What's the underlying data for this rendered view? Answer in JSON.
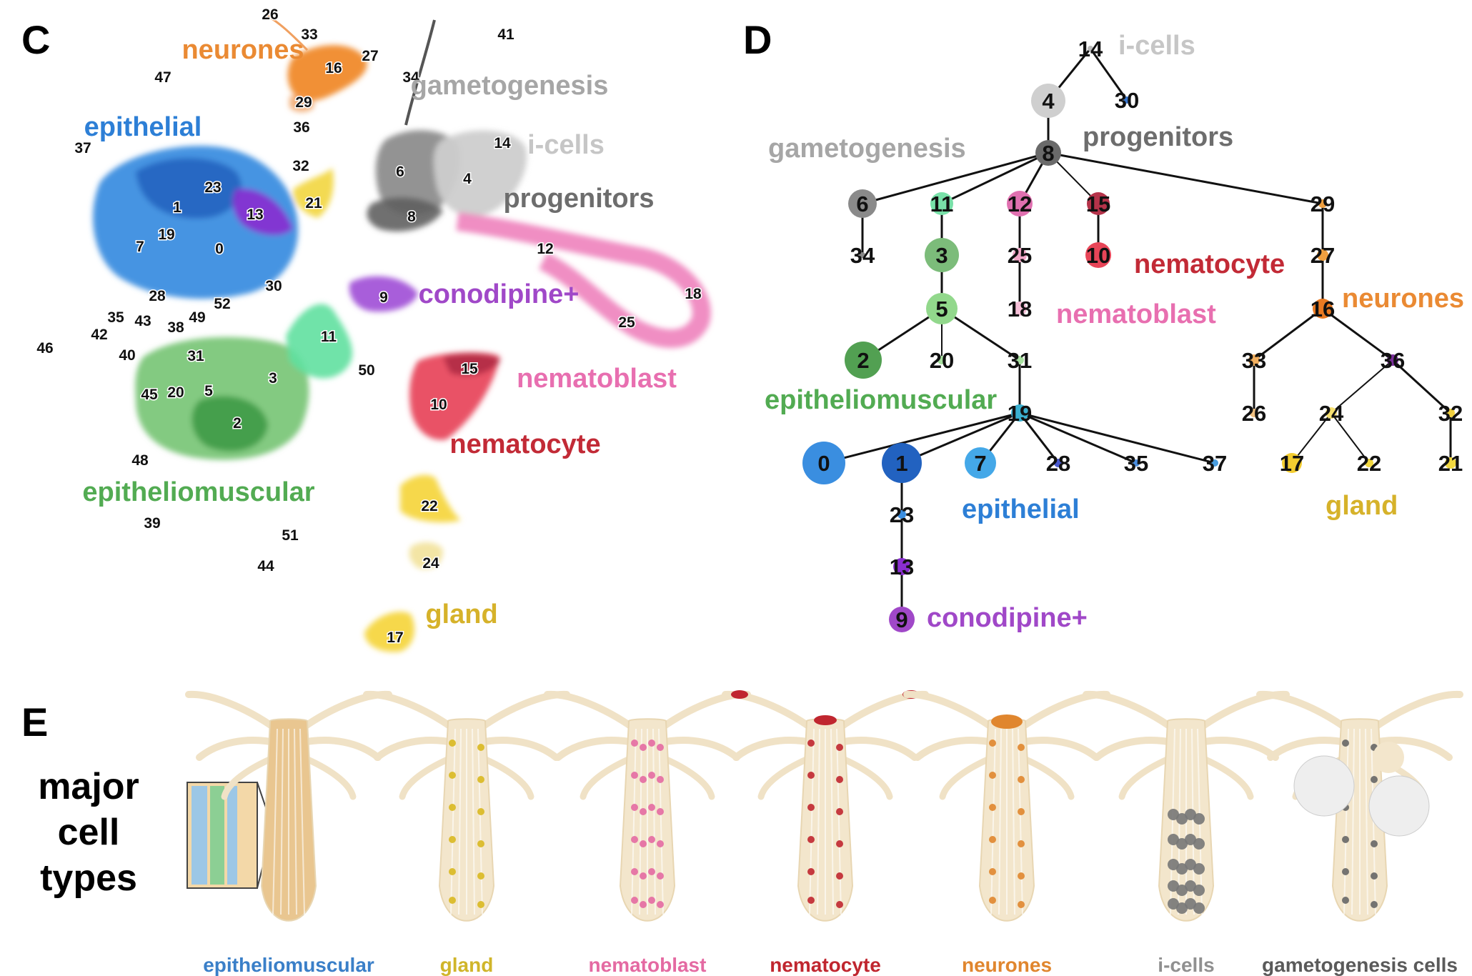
{
  "panels": {
    "c": "C",
    "d": "D",
    "e": "E"
  },
  "colors": {
    "epithelial": "#2d7fd6",
    "epitheliomuscular": "#52ab52",
    "neurones": "#ea8a33",
    "gametogenesis": "#a6a6a6",
    "icells": "#c6c6c6",
    "progenitors": "#6d6d6d",
    "conodipine": "#a048c8",
    "nematoblast": "#e86fb0",
    "nematocyte": "#c22a36",
    "gland": "#e6c22e"
  },
  "umap": {
    "groups": [
      {
        "key": "neurones",
        "text": "neurones",
        "color": "#ea8a33"
      },
      {
        "key": "gametogenesis",
        "text": "gametogenesis",
        "color": "#a6a6a6"
      },
      {
        "key": "epithelial",
        "text": "epithelial",
        "color": "#2d7fd6"
      },
      {
        "key": "icells",
        "text": "i-cells",
        "color": "#c6c6c6"
      },
      {
        "key": "progenitors",
        "text": "progenitors",
        "color": "#6d6d6d"
      },
      {
        "key": "conodipine",
        "text": "conodipine+",
        "color": "#a048c8"
      },
      {
        "key": "nematoblast",
        "text": "nematoblast",
        "color": "#e86fb0"
      },
      {
        "key": "nematocyte",
        "text": "nematocyte",
        "color": "#c22a36"
      },
      {
        "key": "epitheliomuscular",
        "text": "epitheliomuscular",
        "color": "#52ab52"
      },
      {
        "key": "gland",
        "text": "gland",
        "color": "#d6b22a"
      }
    ],
    "clusters": [
      "26",
      "33",
      "27",
      "16",
      "47",
      "41",
      "34",
      "29",
      "36",
      "37",
      "14",
      "32",
      "6",
      "4",
      "23",
      "1",
      "13",
      "21",
      "8",
      "19",
      "7",
      "0",
      "12",
      "30",
      "28",
      "52",
      "9",
      "18",
      "35",
      "43",
      "49",
      "38",
      "42",
      "46",
      "40",
      "31",
      "11",
      "25",
      "50",
      "3",
      "15",
      "45",
      "20",
      "5",
      "10",
      "2",
      "48",
      "22",
      "39",
      "51",
      "44",
      "24",
      "17"
    ]
  },
  "tree": {
    "nodes": [
      "14",
      "30",
      "4",
      "8",
      "6",
      "11",
      "12",
      "15",
      "29",
      "34",
      "3",
      "25",
      "10",
      "27",
      "5",
      "18",
      "16",
      "2",
      "20",
      "31",
      "33",
      "36",
      "19",
      "26",
      "24",
      "32",
      "0",
      "1",
      "7",
      "28",
      "35",
      "37",
      "17",
      "22",
      "21",
      "23",
      "13",
      "9"
    ],
    "groups": [
      {
        "key": "icells",
        "text": "i-cells",
        "color": "#c6c6c6"
      },
      {
        "key": "progenitors",
        "text": "progenitors",
        "color": "#6d6d6d"
      },
      {
        "key": "gametogenesis",
        "text": "gametogenesis",
        "color": "#a6a6a6"
      },
      {
        "key": "nematocyte",
        "text": "nematocyte",
        "color": "#c22a36"
      },
      {
        "key": "neurones",
        "text": "neurones",
        "color": "#ea8a33"
      },
      {
        "key": "nematoblast",
        "text": "nematoblast",
        "color": "#e86fb0"
      },
      {
        "key": "epitheliomuscular",
        "text": "epitheliomuscular",
        "color": "#52ab52"
      },
      {
        "key": "epithelial",
        "text": "epithelial",
        "color": "#2d7fd6"
      },
      {
        "key": "gland",
        "text": "gland",
        "color": "#d6b22a"
      },
      {
        "key": "conodipine",
        "text": "conodipine+",
        "color": "#a048c8"
      }
    ]
  },
  "major": {
    "line1": "major",
    "line2": "cell",
    "line3": "types"
  },
  "captions": [
    {
      "key": "epitheliomuscular",
      "text": "epitheliomuscular",
      "color": "#3a7fc8"
    },
    {
      "key": "gland",
      "text": "gland",
      "color": "#d0b52a"
    },
    {
      "key": "nematoblast",
      "text": "nematoblast",
      "color": "#e46aa2"
    },
    {
      "key": "nematocyte",
      "text": "nematocyte",
      "color": "#c0262f"
    },
    {
      "key": "neurones",
      "text": "neurones",
      "color": "#e0862e"
    },
    {
      "key": "icells",
      "text": "i-cells",
      "color": "#909090"
    },
    {
      "key": "gametogenesis",
      "text": "gametogenesis cells",
      "color": "#5a5a5a"
    }
  ]
}
